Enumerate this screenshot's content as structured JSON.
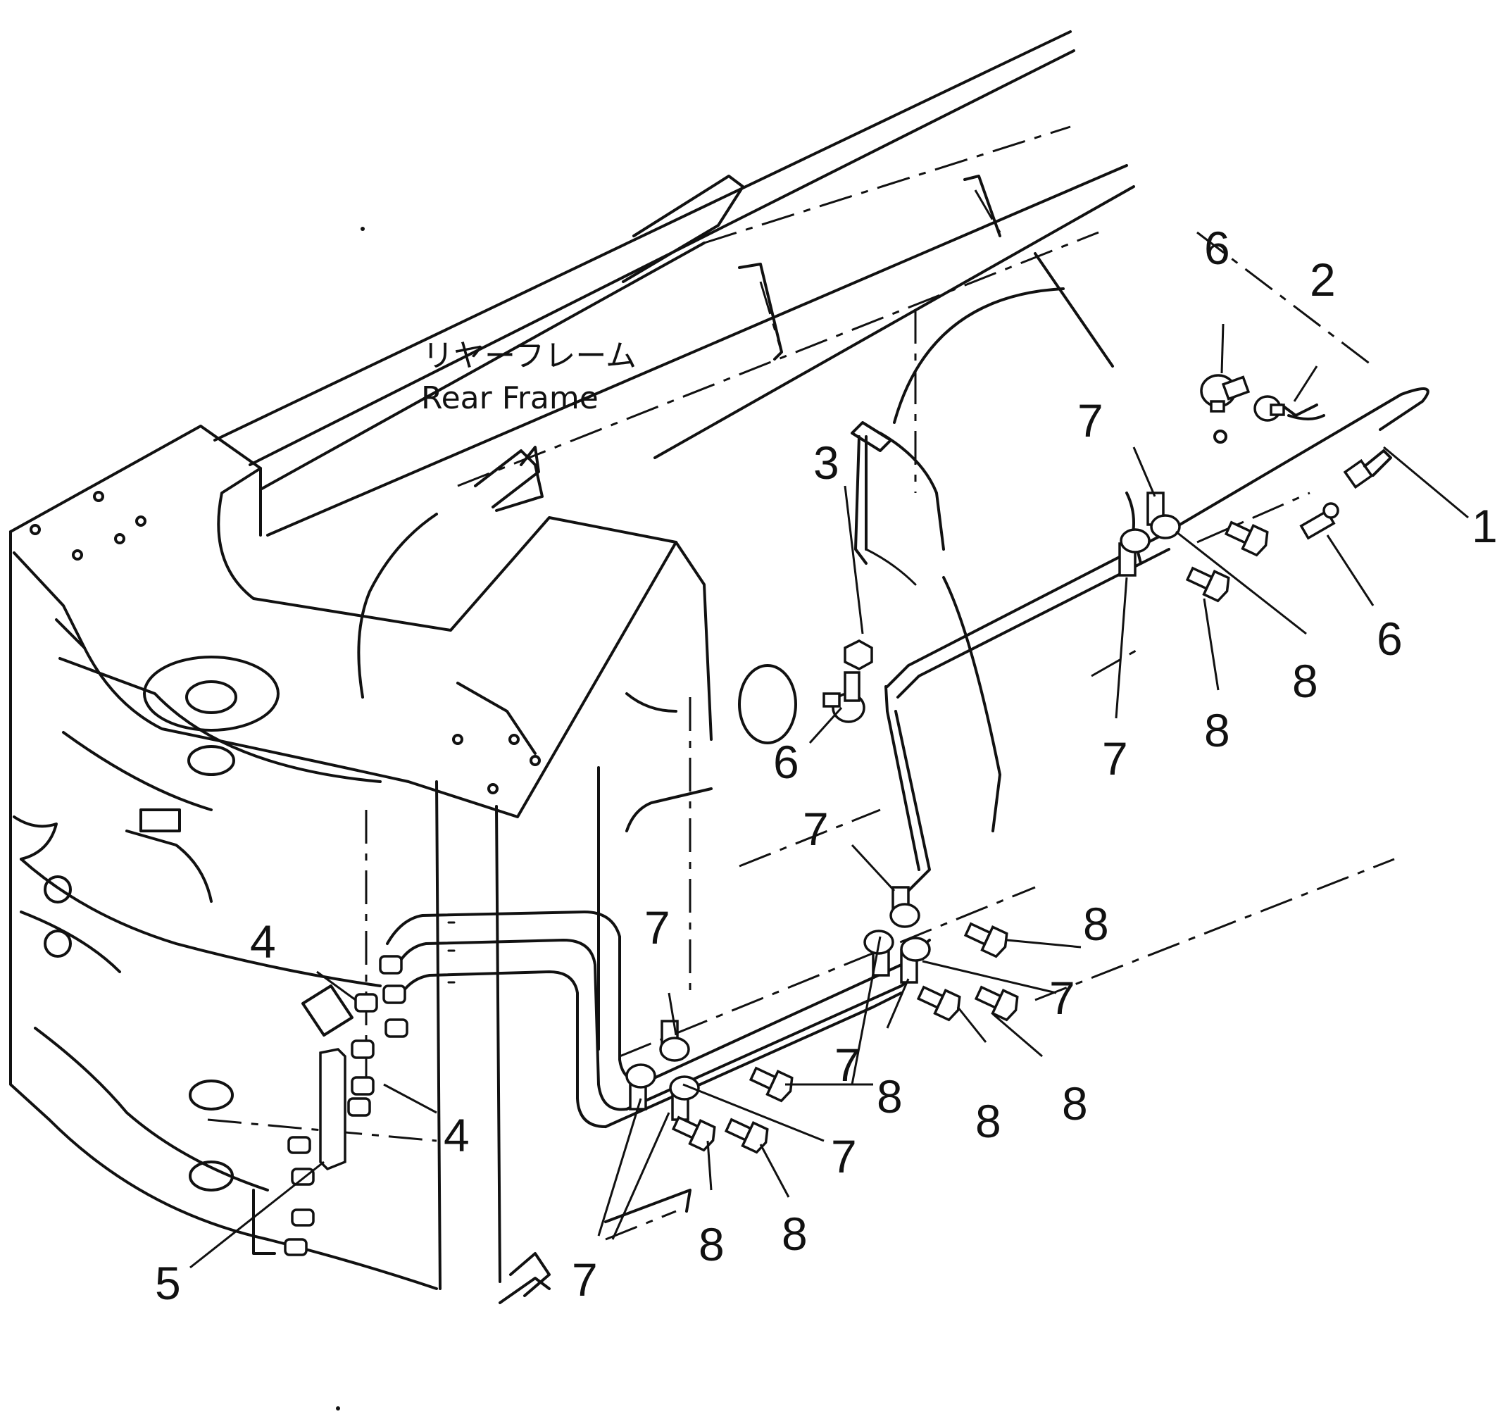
{
  "label": {
    "jp": "リヤーフレーム",
    "en": "Rear Frame"
  },
  "callouts": {
    "c1": "1",
    "c2": "2",
    "c3": "3",
    "c4a": "4",
    "c4b": "4",
    "c5": "5",
    "c6a": "6",
    "c6b": "6",
    "c6c": "6",
    "c7a": "7",
    "c7b": "7",
    "c7c": "7",
    "c7d": "7",
    "c7e": "7",
    "c7f": "7",
    "c7g": "7",
    "c7h": "7",
    "c8a": "8",
    "c8b": "8",
    "c8c": "8",
    "c8d": "8",
    "c8e": "8",
    "c8f": "8",
    "c8g": "8",
    "c8h": "8"
  }
}
